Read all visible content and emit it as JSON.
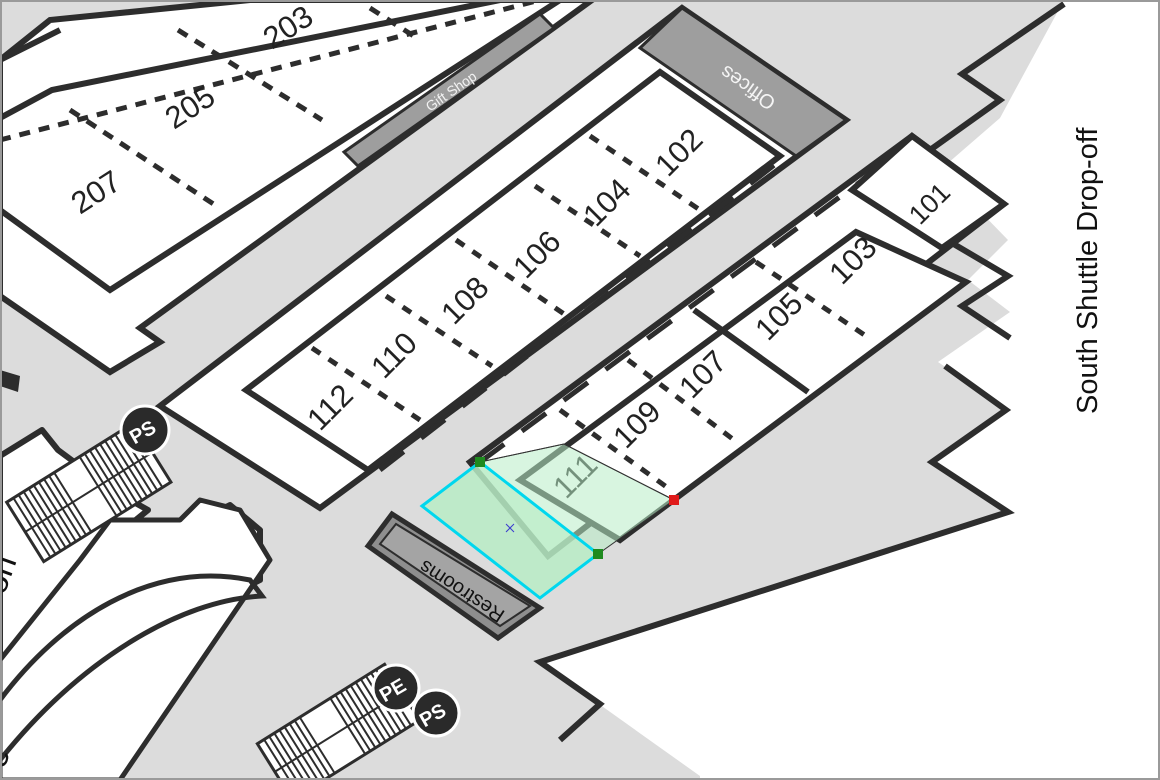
{
  "map": {
    "side_label": "South Shuttle Drop-off",
    "rooms": {
      "r207": "207",
      "r205": "205",
      "r203": "203",
      "r106": "106",
      "r104": "104",
      "r102": "102",
      "r101": "101",
      "r112": "112",
      "r110": "110",
      "r108": "108",
      "r105": "105",
      "r103": "103",
      "r111": "111",
      "r109": "109",
      "r107": "107"
    },
    "labels": {
      "gift_shop": "Gift Shop",
      "offices": "Offices",
      "restrooms": "Restrooms",
      "partial_left_upper": "on",
      "partial_left_lower": "e"
    },
    "badges": {
      "ps_upper": "PS",
      "pe_lower": "PE",
      "ps_lower": "PS"
    }
  },
  "selection": {
    "fill_color": "#b8ecc6",
    "outline_color": "#00d7ee",
    "handle_color": "#1f8a1f",
    "active_handle_color": "#e01b1b"
  },
  "colors": {
    "floor": "#dadada",
    "wall": "#2d2d2d",
    "band": "#9e9e9e"
  }
}
